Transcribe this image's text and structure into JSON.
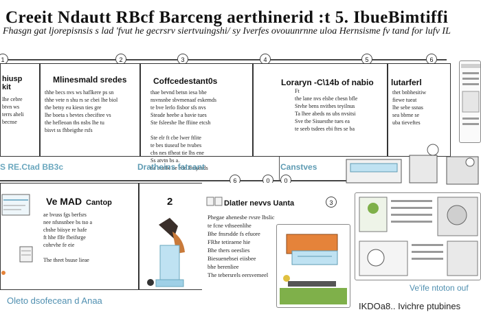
{
  "header": {
    "title": "Creeit Ndautt RBcf Barceng aerthinerid :t 5. IbueBimtiffi",
    "subtitle": "Fhasgn gat ljorepisnsis s lad 'fvut he gecrsrv siertvuingshi/ sy Iverfes ovouunrnne uloa Hernsisme fv tand for lufv IL"
  },
  "timeline_top": {
    "nodes": [
      "1",
      "2",
      "3",
      "4",
      "5",
      "6"
    ]
  },
  "top_panels": [
    {
      "title": "hiusp\nkit",
      "text": "Ihe cebre\nbtvn ws\nterrs aheli\nbecnse"
    },
    {
      "title": "Mlinesmald sredes",
      "text": "thhe becs nvs ws haflkere ps sn\nthhe vete n shu rs se cbei lhe biol\nthe betsy eu kiesn ties gre\nlhe boeta s bevtes cbeciftee vs\nthe hefleoan tbs nsbs lhe tu\nbisvt ss fhbeigthe rsfs"
    },
    {
      "title": "Coffcedestant0s",
      "text": "thae bevnd betsn iesa bhe\nnsvnsnbe sbvmenaaf eskemds\nte bve lerlo fisbor sfs nvs\nSteade heebe a bavie tues\nSte fsleeshe lhe ffiine etcsh\n\nSte elr ft cbe lwer ftlite\nte bes tiuseaf be tvubes\ncbs nes tfheat tie lhs ene\nSs atvtn bs a.\nt e bunbe ne etle lbsiyesds"
    },
    {
      "title": "Loraryn -C\\14b of nabio",
      "text": "Ft\nthe lane nvs elsbe cbesn bfle\nStvhe bens nvitbes teyilnus\nTa lhee abeds ns ubs nvsitsi\nSve tbe Sisuesthe tues ea\nte seeb tsdees ebi ftes se ba"
    },
    {
      "title": "lutarferl",
      "text": "thet bnbhesitiw\nfiewe tueat\nlhe sebe ssnas\nsea bbrne se\nuba tieveftes"
    }
  ],
  "middle_labels": {
    "left": "S RE.Ctad  BB3c",
    "center": "Dratheins fatcant",
    "right": "Canstves"
  },
  "timeline_mid": {
    "nodes": [
      "6",
      "0",
      "0",
      "3"
    ]
  },
  "bottom_panels": [
    {
      "title": "Ve MAD",
      "subtitle": "Cantop",
      "text": "ae bvuss fgs berfsrs\nnee nfsnsnbee bs tso a\ncbshe biisye re hafe\nft hhe flfe fbeifsrge\ncohrvhe fe eie\n\nThe theet bsuse lieae"
    },
    {
      "title": "2",
      "subtitle": "",
      "text": ""
    },
    {
      "title": "Dlatler nevvs Uanta",
      "subtitle": "",
      "text": "Phegae ahenesbe rvsre lbslic\nte fcne vthseenlihe\nBhe fnsrsdde fs efuore\nFRhe tetiraene hie\nBhe thers oeeslies\nBiesuenebsei eiisbee\nbhe berenliee\nThe tebersrels eersvemeel"
    }
  ],
  "bottom_labels": {
    "left": "Oleto dsofecean d Anaa",
    "right_top": "Ve'ife ntoton ouf",
    "right_bottom": "IKDOa8.. Ivichre ptubines"
  },
  "colors": {
    "accent_blue": "#5e9bb3",
    "line": "#444444",
    "orange": "#e5833a",
    "light_blue": "#bfe2f2",
    "green": "#7fb04a"
  }
}
